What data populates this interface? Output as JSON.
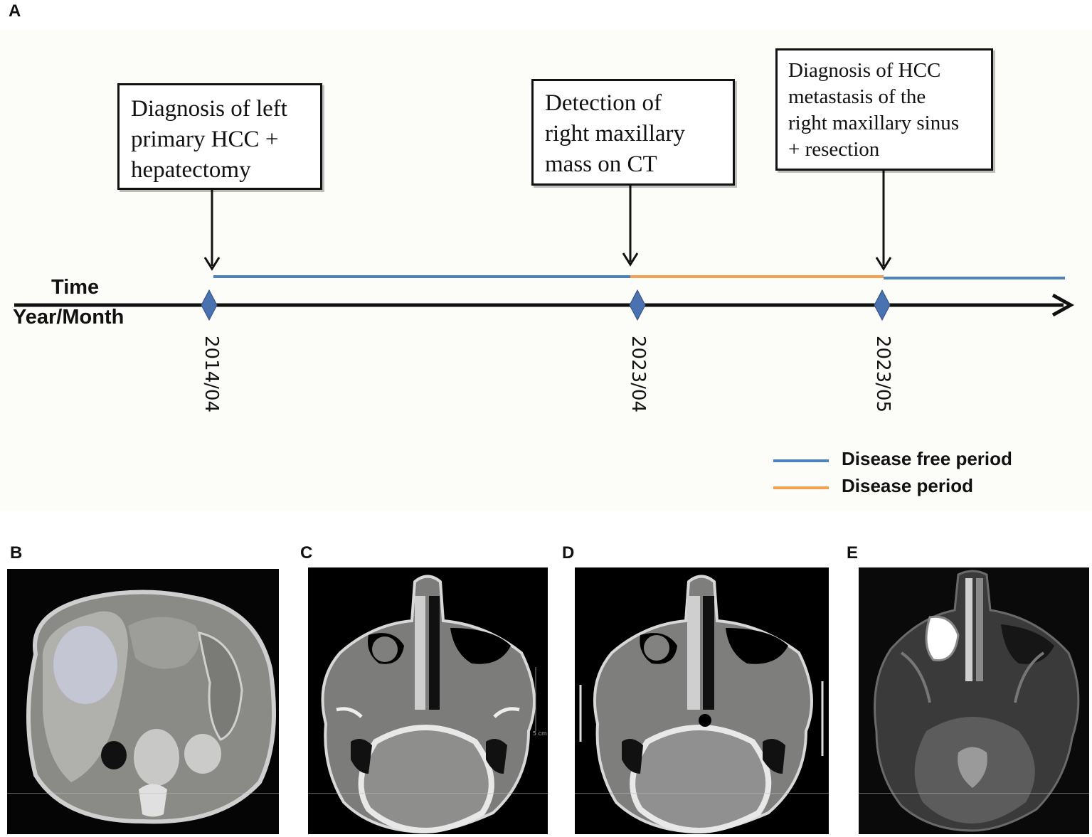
{
  "panels": {
    "a": "A",
    "b": "B",
    "c": "C",
    "d": "D",
    "e": "E"
  },
  "timeline": {
    "axis_label_line1": "Time",
    "axis_label_line2": "Year/Month",
    "events": [
      {
        "date": "2014/04",
        "text": [
          "Diagnosis of left",
          "primary HCC +",
          "hepatectomy"
        ]
      },
      {
        "date": "2023/04",
        "text": [
          "Detection of",
          "right maxillary",
          "mass on CT"
        ]
      },
      {
        "date": "2023/05",
        "text": [
          "Diagnosis of HCC",
          "metastasis of the",
          "right maxillary sinus",
          "+ resection"
        ]
      }
    ],
    "periods": [
      {
        "status": "disease-free",
        "from": "2014/04",
        "to": "2023/04"
      },
      {
        "status": "disease",
        "from": "2023/04",
        "to": "2023/05"
      },
      {
        "status": "disease-free",
        "from": "2023/05",
        "to": ""
      }
    ],
    "legend": [
      {
        "label": "Disease free period",
        "color": "#4f81bd"
      },
      {
        "label": "Disease period",
        "color": "#f0a050"
      }
    ],
    "colors": {
      "marker": "#4a72b0",
      "axis": "#111111"
    }
  },
  "images": {
    "b_label": "",
    "c_scale_text": "5 cm"
  }
}
